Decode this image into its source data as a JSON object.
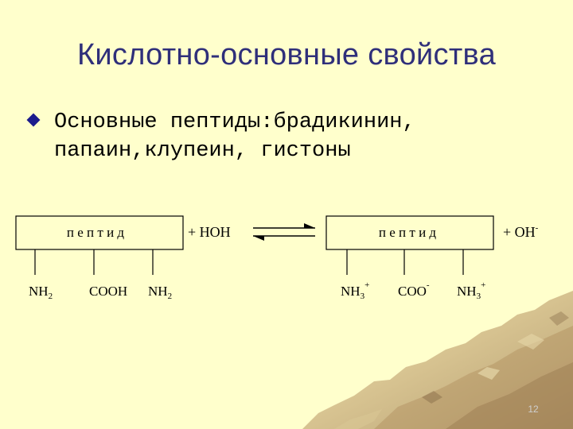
{
  "slide": {
    "title": "Кислотно-основные свойства",
    "bullet": {
      "line1": "Основные пептиды:брадикинин,",
      "line2": "папаин,клупеин, гистоны"
    },
    "page_number": "12"
  },
  "diagram": {
    "left": {
      "box_label": "п е п т и д",
      "reagent": "+ НОН",
      "groups": [
        "NH",
        "COOH",
        "NH"
      ],
      "group_subs": [
        "2",
        "",
        "2"
      ]
    },
    "right": {
      "box_label": "п е п т и д",
      "product": "+ OH",
      "product_sup": "-",
      "groups": [
        "NH",
        "COO",
        "NH"
      ],
      "group_subs": [
        "3",
        "",
        "3"
      ],
      "group_sups": [
        "+",
        "-",
        "+"
      ]
    }
  },
  "colors": {
    "background": "#FFFFCC",
    "title": "#2F2F7A",
    "bullet": "#1C1C8C",
    "decor": "#B89A6A"
  }
}
